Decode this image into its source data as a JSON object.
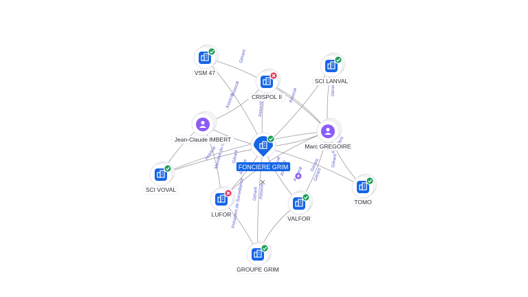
{
  "graph": {
    "center": {
      "label": "FONCIERE GRIM",
      "kind": "company",
      "status": "active"
    },
    "nodes": [
      {
        "id": "vsm47",
        "label": "VSM 47",
        "kind": "company",
        "status": "active"
      },
      {
        "id": "crispol",
        "label": "CRISPOL II",
        "kind": "company",
        "status": "closed"
      },
      {
        "id": "scilanval",
        "label": "SCI LANVAL",
        "kind": "company",
        "status": "active"
      },
      {
        "id": "jcimbert",
        "label": "Jean-Claude IMBERT",
        "kind": "person"
      },
      {
        "id": "marcgregoire",
        "label": "Marc GREGOIRE",
        "kind": "person"
      },
      {
        "id": "scivoval",
        "label": "SCI VOVAL",
        "kind": "company",
        "status": "active"
      },
      {
        "id": "tomo",
        "label": "TOMO",
        "kind": "company",
        "status": "active"
      },
      {
        "id": "lufor",
        "label": "LUFOR",
        "kind": "company",
        "status": "closed"
      },
      {
        "id": "valfor",
        "label": "VALFOR",
        "kind": "company",
        "status": "active"
      },
      {
        "id": "groupegrim",
        "label": "GROUPE GRIM",
        "kind": "company",
        "status": "active"
      }
    ],
    "edge_labels": [
      "Associé",
      "Gérant",
      "Membre du co",
      "Président",
      "Gérant",
      "Associé",
      "Associé",
      "Associé",
      "Associé",
      "Gérant",
      "Gérant",
      "Associé",
      "Associé",
      "Gérant",
      "Associé",
      "Associé",
      "Gérant",
      "Gérant",
      "Associé",
      "Président de Surveillance"
    ],
    "colors": {
      "company_icon": "#1565e6",
      "person_icon": "#8b5cf6",
      "active_badge": "#1e9e5a",
      "closed_badge": "#e0355a",
      "center_label_bg": "#1565e6",
      "edge_label": "#5a5fd0"
    },
    "icons": {
      "company": "building-icon",
      "person": "person-icon",
      "active": "check-badge-icon",
      "closed": "close-badge-icon",
      "center_marker": "map-pin-icon",
      "expand": "plus-icon"
    }
  }
}
